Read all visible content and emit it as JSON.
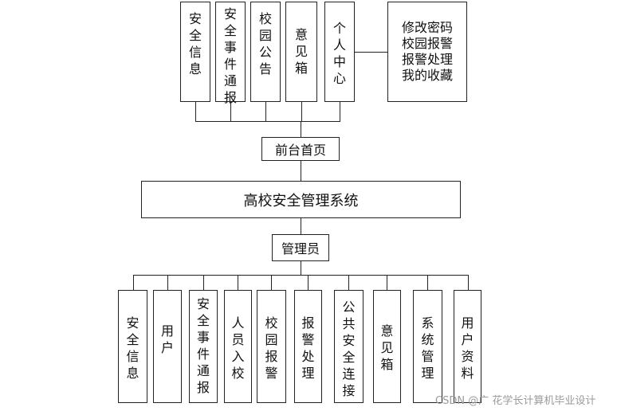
{
  "front": {
    "items": [
      {
        "label": "安全信息"
      },
      {
        "label": "安全事件通报"
      },
      {
        "label": "校园公告"
      },
      {
        "label": "意见箱"
      },
      {
        "label": "个人中心"
      }
    ],
    "personal_sub": [
      "修改密码",
      "校园报警",
      "报警处理",
      "我的收藏"
    ],
    "home_label": "前台首页"
  },
  "system_title": "高校安全管理系统",
  "admin": {
    "label": "管理员",
    "items": [
      {
        "label": "安全信息"
      },
      {
        "label": "用户"
      },
      {
        "label": "安全事件通报"
      },
      {
        "label": "人员入校"
      },
      {
        "label": "校园报警"
      },
      {
        "label": "报警处理"
      },
      {
        "label": "公共安全连接"
      },
      {
        "label": "意见箱"
      },
      {
        "label": "系统管理"
      },
      {
        "label": "用户资料"
      }
    ]
  },
  "watermark": "CSDN @广 花学长计算机毕业设计"
}
